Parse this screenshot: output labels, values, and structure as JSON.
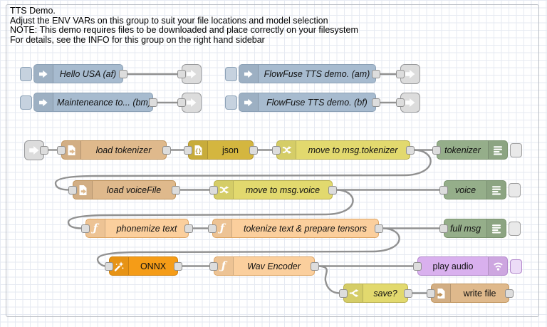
{
  "header": {
    "lines": [
      "TTS Demo.",
      "Adjust the ENV VARs on this group to suit your file locations and model selection",
      "NOTE: This demo requires files to be downloaded and place correctly on your filesystem",
      "For details, see the INFO for this group on the right hand sidebar"
    ]
  },
  "nodes": {
    "inject_hello": "Hello USA (af)",
    "inject_maintenance": "Mainteneance to... (bm)",
    "inject_flowfuse_am": "FlowFuse TTS demo. (am)",
    "inject_flowfuse_bf": "FlowFuse TTS demo. (bf)",
    "load_tokenizer": "load tokenizer",
    "json": "json",
    "move_tokenizer": "move to msg.tokenizer",
    "debug_tokenizer": "tokenizer",
    "load_voicefile": "load voiceFile",
    "move_voice": "move to msg.voice",
    "debug_voice": "voice",
    "phonemize": "phonemize text",
    "tokenize_tensors": "tokenize text & prepare tensors",
    "debug_full_msg": "full msg",
    "onnx": "ONNX",
    "wav_encoder": "Wav Encoder",
    "play_audio": "play audio",
    "save": "save?",
    "write_file": "write file"
  },
  "icons": {
    "function_glyph": "ƒ",
    "json_braces": "{}"
  },
  "colors": {
    "inject": "#a7bbcf",
    "link": "#dcdcdc",
    "file": "#dfb98c",
    "json": "#d4b63f",
    "change": "#e2d96e",
    "switch": "#e2d96e",
    "debug": "#95ae8a",
    "function": "#fbcf9d",
    "onnx": "#f59c17",
    "play_audio": "#d9b0ee",
    "wire": "#919191"
  }
}
